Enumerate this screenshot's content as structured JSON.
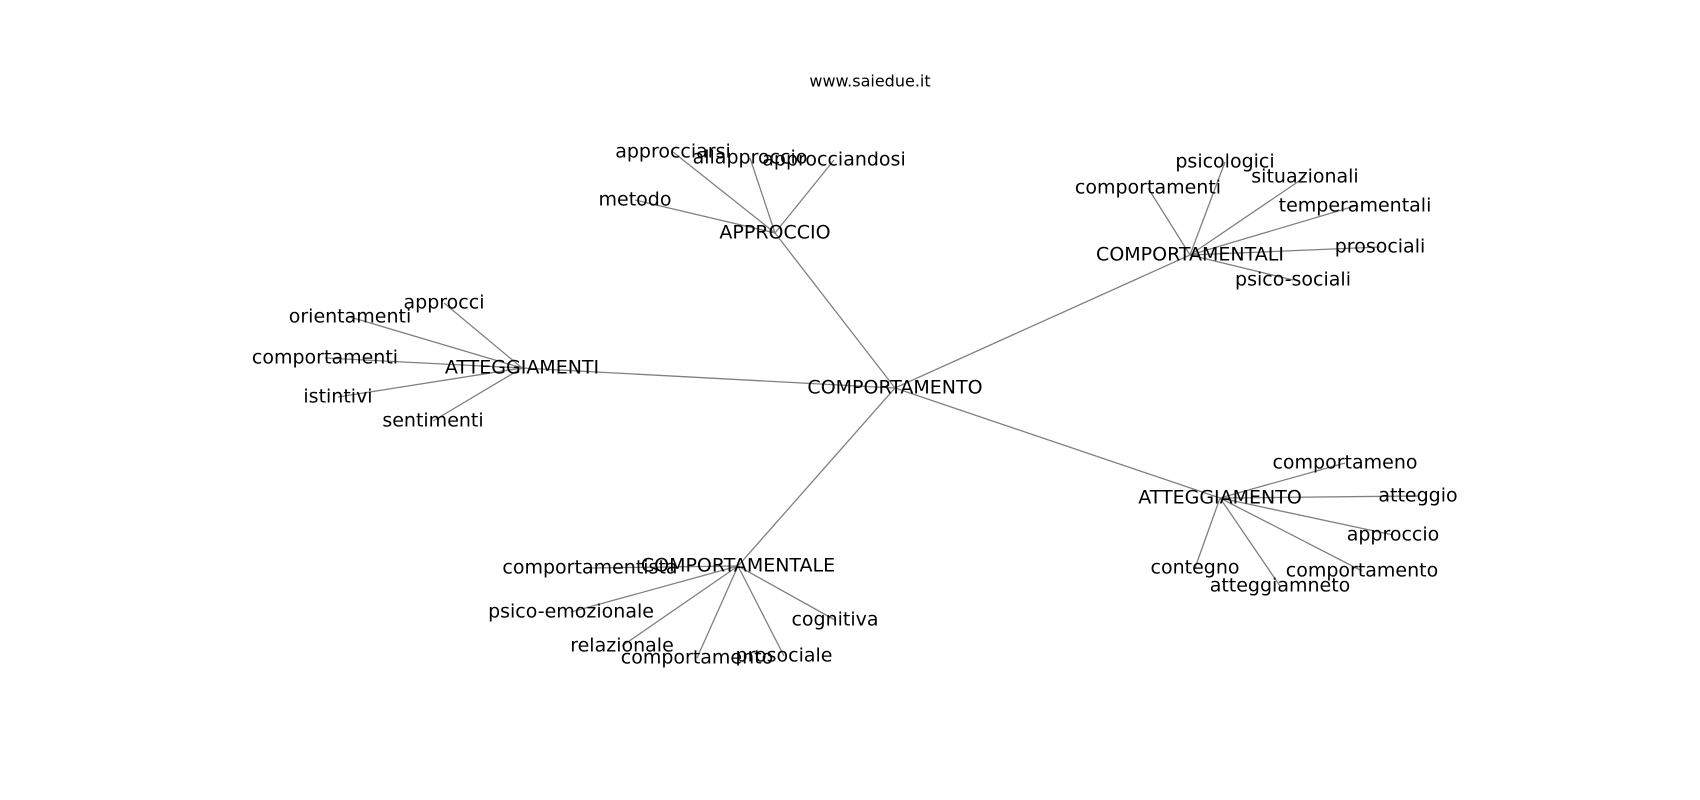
{
  "source": "www.saiedue.it",
  "center": "COMPORTAMENTO",
  "clusters": [
    {
      "hub": "APPROCCIO",
      "leaves": [
        "approcciarsi",
        "allapproccio",
        "approcciandosi",
        "metodo"
      ]
    },
    {
      "hub": "COMPORTAMENTALI",
      "leaves": [
        "psicologici",
        "comportamenti",
        "situazionali",
        "temperamentali",
        "prosociali",
        "psico-sociali"
      ]
    },
    {
      "hub": "ATTEGGIAMENTI",
      "leaves": [
        "approcci",
        "orientamenti",
        "comportamenti",
        "istintivi",
        "sentimenti"
      ]
    },
    {
      "hub": "ATTEGGIAMENTO",
      "leaves": [
        "comportameno",
        "atteggio",
        "approccio",
        "contegno",
        "comportamento",
        "atteggiamneto"
      ]
    },
    {
      "hub": "COMPORTAMENTALE",
      "leaves": [
        "comportamentista",
        "psico-emozionale",
        "cognitiva",
        "relazionale",
        "comportamento",
        "prosociale"
      ]
    }
  ]
}
